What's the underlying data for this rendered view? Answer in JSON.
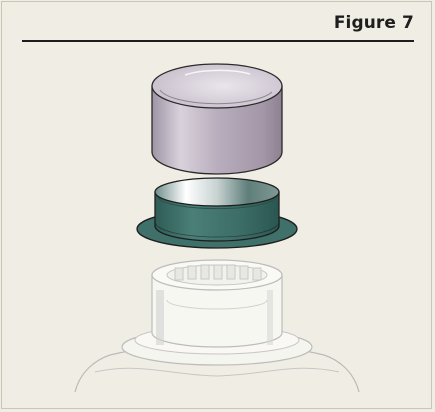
{
  "figure": {
    "title": "Figure 7"
  },
  "colors": {
    "background": "#f0eee4",
    "cap": "#bdb2c0",
    "liner": "#3e6e68",
    "base_outline": "#b7b7b7",
    "rule": "#1e1e1e"
  },
  "icons": [
    "cap-illustration",
    "liner-ring-illustration",
    "bottle-neck-illustration"
  ]
}
